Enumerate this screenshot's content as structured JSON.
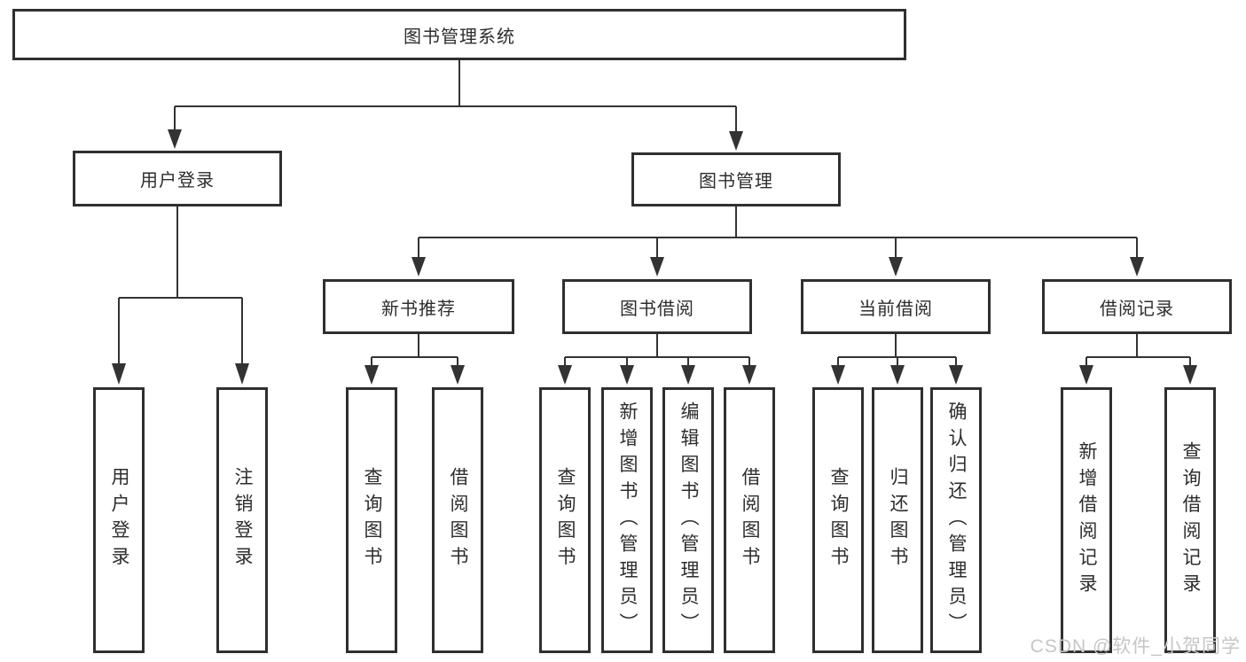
{
  "diagram": {
    "root": "图书管理系统",
    "level1": [
      "用户登录",
      "图书管理"
    ],
    "level2": [
      "新书推荐",
      "图书借阅",
      "当前借阅",
      "借阅记录"
    ],
    "leaves_user_login": [
      "用户登录",
      "注销登录"
    ],
    "leaves_new_book": [
      "查询图书",
      "借阅图书"
    ],
    "leaves_book_borrow": [
      "查询图书",
      "新增图书（管理员）",
      "编辑图书（管理员）",
      "借阅图书"
    ],
    "leaves_current_borrow": [
      "查询图书",
      "归还图书",
      "确认归还（管理员）"
    ],
    "leaves_borrow_record": [
      "新增借阅记录",
      "查询借阅记录"
    ],
    "colors": {
      "line": "#333333",
      "border": "#2f2f2f",
      "text": "#2d2d2d",
      "background": "#ffffff",
      "watermark": "#c6c6c6"
    },
    "watermark": "CSDN @软件_小贺同学"
  }
}
